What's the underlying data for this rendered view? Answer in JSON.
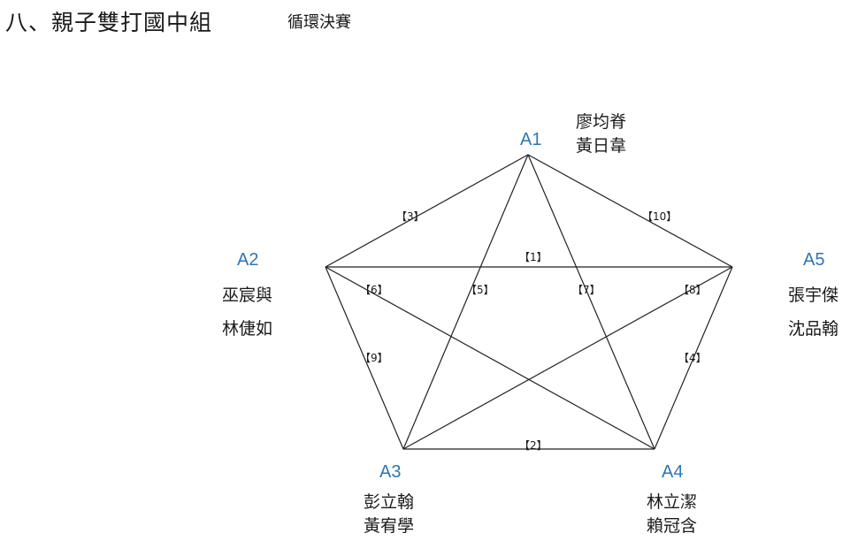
{
  "header": {
    "title": "八、親子雙打國中組",
    "subtitle": "循環決賽"
  },
  "nodes": [
    {
      "id": "A1",
      "label": "A1",
      "players": [
        "廖均脊",
        "黃日韋"
      ]
    },
    {
      "id": "A2",
      "label": "A2",
      "players": [
        "巫宸與",
        "林倢如"
      ]
    },
    {
      "id": "A3",
      "label": "A3",
      "players": [
        "彭立翰",
        "黃宥學"
      ]
    },
    {
      "id": "A4",
      "label": "A4",
      "players": [
        "林立潔",
        "賴冠含"
      ]
    },
    {
      "id": "A5",
      "label": "A5",
      "players": [
        "張宇傑",
        "沈品翰"
      ]
    }
  ],
  "matches": [
    {
      "label": "【1】",
      "between": [
        "A2",
        "A5"
      ]
    },
    {
      "label": "【2】",
      "between": [
        "A3",
        "A4"
      ]
    },
    {
      "label": "【3】",
      "between": [
        "A1",
        "A2"
      ]
    },
    {
      "label": "【4】",
      "between": [
        "A4",
        "A5"
      ]
    },
    {
      "label": "【5】",
      "between": [
        "A1",
        "A3"
      ]
    },
    {
      "label": "【6】",
      "between": [
        "A2",
        "A4"
      ]
    },
    {
      "label": "【7】",
      "between": [
        "A1",
        "A4"
      ]
    },
    {
      "label": "【8】",
      "between": [
        "A3",
        "A5"
      ]
    },
    {
      "label": "【9】",
      "between": [
        "A2",
        "A3"
      ]
    },
    {
      "label": "【10】",
      "between": [
        "A1",
        "A5"
      ]
    }
  ]
}
